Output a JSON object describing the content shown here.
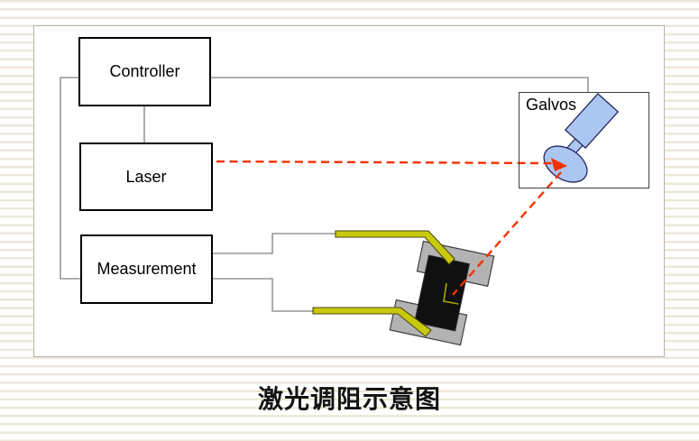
{
  "title": {
    "text": "激光调阻示意图"
  },
  "diagram": {
    "nodes": [
      {
        "id": "controller",
        "label": "Controller"
      },
      {
        "id": "laser",
        "label": "Laser"
      },
      {
        "id": "measurement",
        "label": "Measurement"
      },
      {
        "id": "galvos",
        "label": "Galvos"
      }
    ],
    "connections": [
      {
        "from": "controller",
        "to": "laser"
      },
      {
        "from": "controller",
        "to": "measurement"
      },
      {
        "from": "controller",
        "to": "galvos"
      },
      {
        "from": "measurement",
        "to": "upper-probe"
      },
      {
        "from": "measurement",
        "to": "lower-probe"
      }
    ],
    "beam_path": [
      "laser",
      "galvo-mirror",
      "resistor-trim-cut"
    ]
  },
  "colors": {
    "beam": "#f43000",
    "probe_fill": "#c9c90c",
    "probe_outline": "#4a4a14",
    "pad_fill": "#b3b3b3",
    "pad_outline": "#404040",
    "chip_fill": "#101010",
    "chip_outline": "#2b2b2b",
    "galvo_fill": "#abc6f1",
    "galvo_outline": "#27275e",
    "connector": "#808080",
    "trim_mark": "#a8a800",
    "stripe": "#eee8db",
    "box_border": "#000000"
  }
}
